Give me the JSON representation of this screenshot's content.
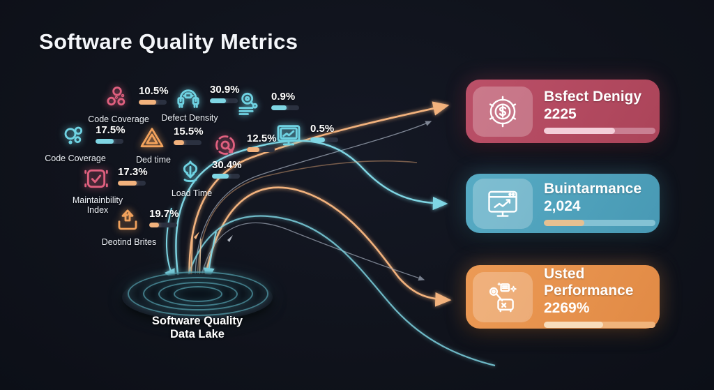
{
  "title": "Software Quality Metrics",
  "colors": {
    "background": "#10131c",
    "pink": "#e0607f",
    "teal": "#6fd3e3",
    "orange": "#f2a25c",
    "line_gray": "#99a1b0",
    "card1_bg": "#b04a62",
    "card2_bg": "#4fa3bd",
    "card3_bg": "#e8924e"
  },
  "metrics": [
    {
      "label": "Code Coverage",
      "value": "10.5%",
      "icon": "molecule-icon"
    },
    {
      "label": "Defect Density",
      "value": "30.9%",
      "icon": "robot-icon"
    },
    {
      "label": "",
      "value": "0.9%",
      "icon": "magnifier-report-icon"
    },
    {
      "label": "Code Coverage",
      "value": "17.5%",
      "icon": "bubbles-icon"
    },
    {
      "label": "Ded time",
      "value": "15.5%",
      "icon": "warning-triangle-icon"
    },
    {
      "label": "",
      "value": "12.5%",
      "icon": "gauge-icon"
    },
    {
      "label": "",
      "value": "0.5%",
      "icon": "monitor-chart-icon"
    },
    {
      "label": "Maintainbility Index",
      "value": "17.3%",
      "icon": "checkbox-icon"
    },
    {
      "label": "Load Time",
      "value": "30.4%",
      "icon": "download-swirl-icon"
    },
    {
      "label": "Deotind Brites",
      "value": "19.7%",
      "icon": "upload-box-icon"
    }
  ],
  "cards": [
    {
      "title": "Bsfect Denigy",
      "value": "2225",
      "icon": "dollar-gauge-icon"
    },
    {
      "title": "Buintarmance",
      "value": "2,024",
      "icon": "browser-chart-icon"
    },
    {
      "title": "Usted Performance",
      "value": "2269%",
      "icon": "robot-arm-icon"
    }
  ],
  "lake": {
    "line1": "Software Quality",
    "line2": "Data Lake"
  }
}
